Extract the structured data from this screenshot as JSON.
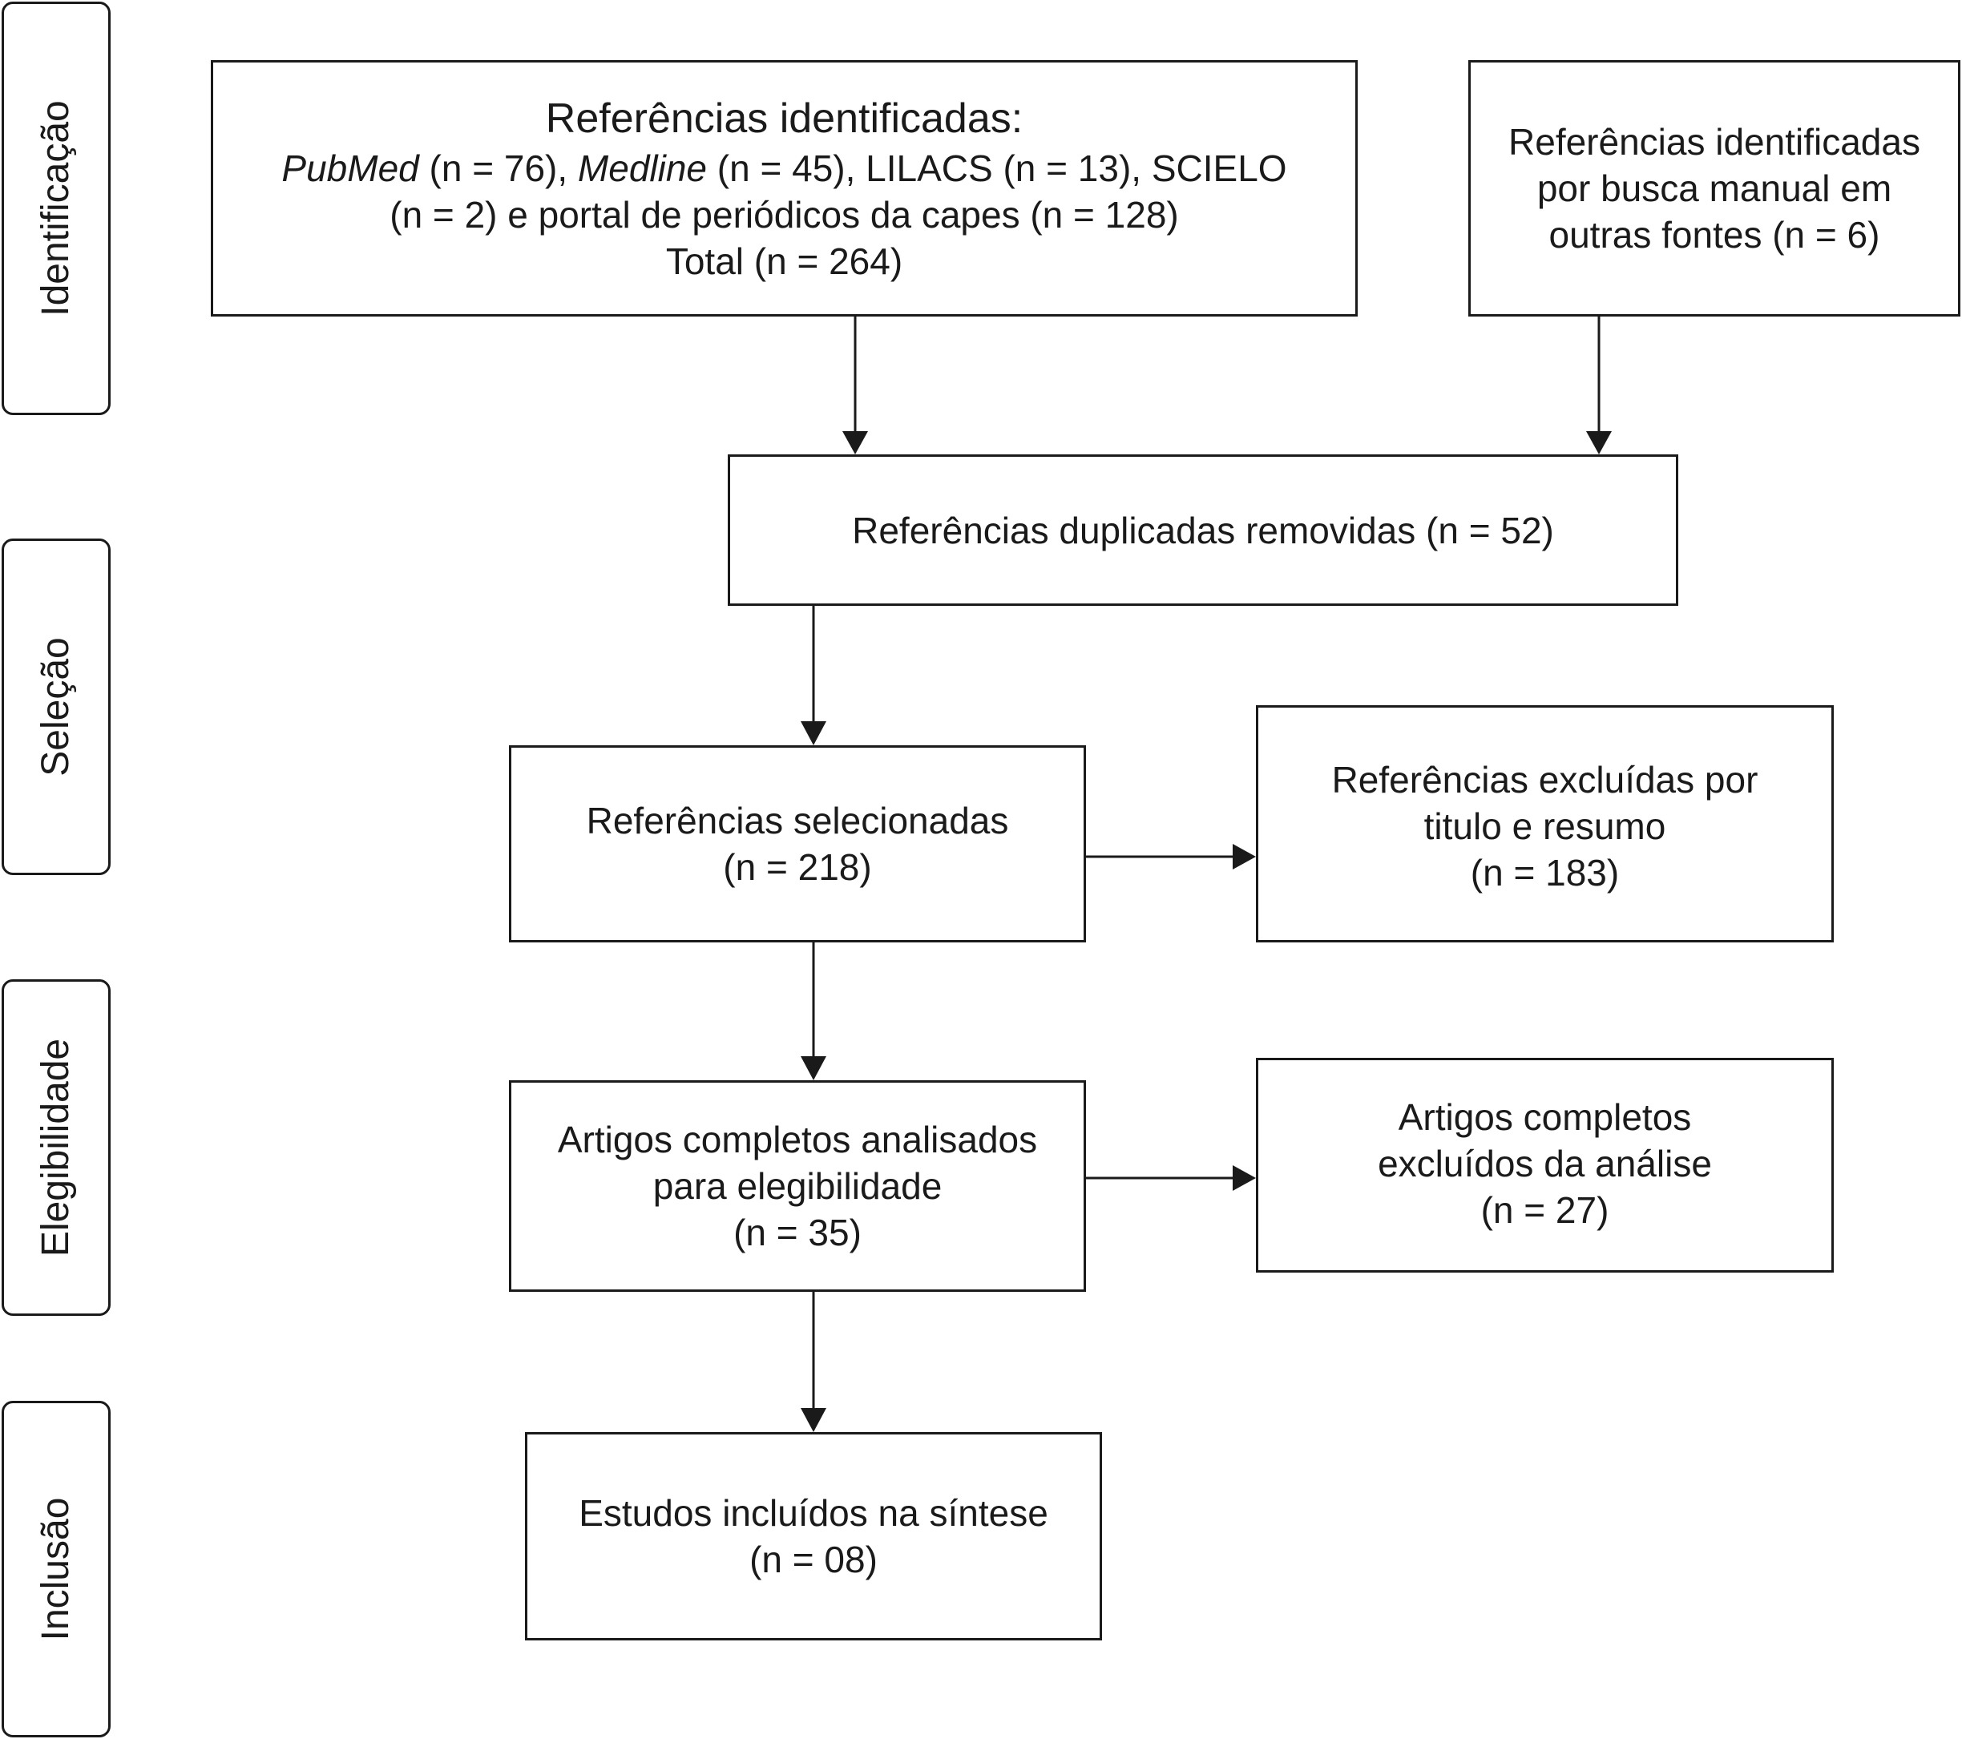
{
  "phases": {
    "identificacao": "Identificação",
    "selecao": "Seleção",
    "elegibilidade": "Elegibilidade",
    "inclusao": "Inclusão"
  },
  "boxes": {
    "identified": {
      "title": "Referências identificadas:",
      "pubmed_name": "PubMed",
      "pubmed_count": " (n = 76), ",
      "medline_name": "Medline",
      "line2_rest": " (n = 45), LILACS (n = 13), SCIELO",
      "line3": "(n = 2) e portal de periódicos da capes (n = 128)",
      "line4": "Total (n = 264)"
    },
    "manual": {
      "line1": "Referências identificadas",
      "line2": "por busca manual em",
      "line3": "outras fontes (n = 6)"
    },
    "duplicates": {
      "line1": "Referências duplicadas removidas (n = 52)"
    },
    "selected": {
      "line1": "Referências selecionadas",
      "line2": "(n = 218)"
    },
    "excluded_title": {
      "line1": "Referências excluídas por",
      "line2": "titulo e resumo",
      "line3": "(n = 183)"
    },
    "fulltext": {
      "line1": "Artigos completos analisados",
      "line2": "para elegibilidade",
      "line3": "(n = 35)"
    },
    "excluded_full": {
      "line1": "Artigos completos",
      "line2": "excluídos da análise",
      "line3": "(n = 27)"
    },
    "included": {
      "line1": "Estudos incluídos na síntese",
      "line2": "(n = 08)"
    }
  }
}
